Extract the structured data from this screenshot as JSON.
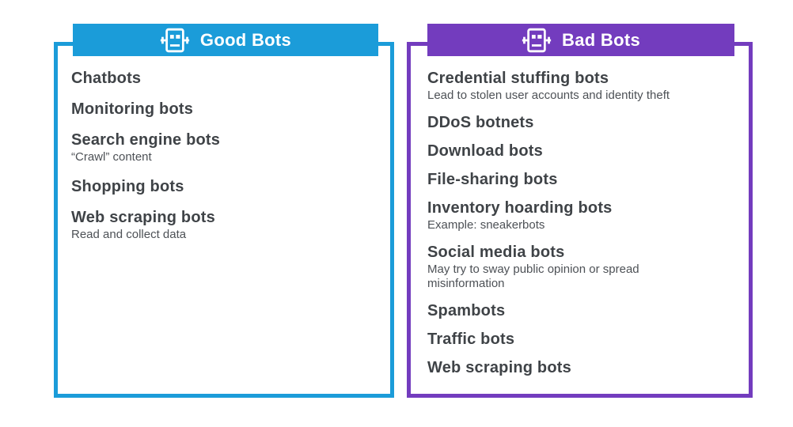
{
  "colors": {
    "good_color": "#1b9cd9",
    "bad_color": "#733cbe",
    "heading_color": "#3f4347",
    "note_color": "#4d5156",
    "header_text_color": "#ffffff"
  },
  "icons": {
    "good_header_icon": "robot-icon",
    "bad_header_icon": "robot-icon"
  },
  "good_panel": {
    "title": "Good Bots",
    "items": [
      {
        "label": "Chatbots",
        "note": ""
      },
      {
        "label": "Monitoring bots",
        "note": ""
      },
      {
        "label": "Search engine bots",
        "note": "“Crawl” content"
      },
      {
        "label": "Shopping bots",
        "note": ""
      },
      {
        "label": "Web scraping bots",
        "note": "Read and collect data"
      }
    ]
  },
  "bad_panel": {
    "title": "Bad Bots",
    "items": [
      {
        "label": "Credential stuffing bots",
        "note": "Lead to stolen user accounts and identity theft"
      },
      {
        "label": "DDoS botnets",
        "note": ""
      },
      {
        "label": "Download bots",
        "note": ""
      },
      {
        "label": "File-sharing bots",
        "note": ""
      },
      {
        "label": "Inventory hoarding bots",
        "note": "Example: sneakerbots"
      },
      {
        "label": "Social media bots",
        "note": "May try to sway public opinion or spread misinformation"
      },
      {
        "label": "Spambots",
        "note": ""
      },
      {
        "label": "Traffic bots",
        "note": ""
      },
      {
        "label": "Web scraping bots",
        "note": ""
      }
    ]
  }
}
